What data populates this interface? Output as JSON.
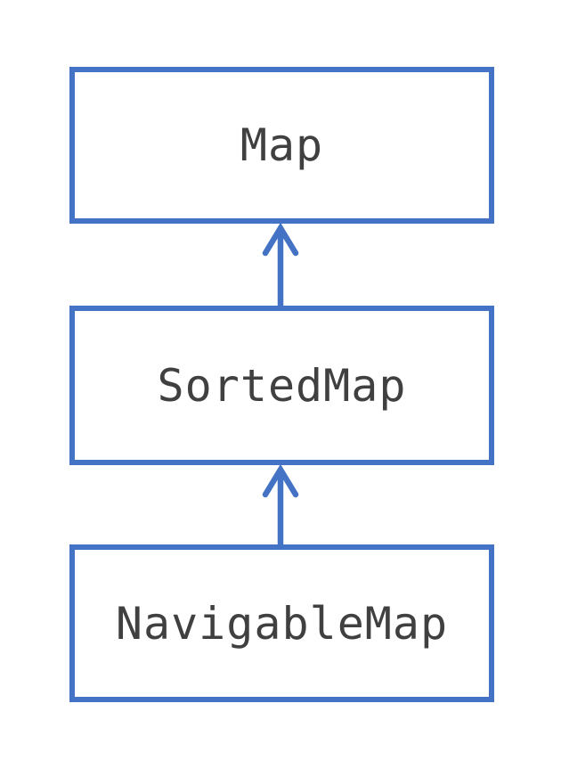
{
  "diagram": {
    "type": "hierarchy",
    "nodes": [
      {
        "id": "map",
        "label": "Map"
      },
      {
        "id": "sortedmap",
        "label": "SortedMap"
      },
      {
        "id": "navigablemap",
        "label": "NavigableMap"
      }
    ],
    "edges": [
      {
        "from": "sortedmap",
        "to": "map",
        "style": "solid-line-open-arrowhead-up"
      },
      {
        "from": "navigablemap",
        "to": "sortedmap",
        "style": "solid-line-open-arrowhead-up"
      }
    ]
  },
  "colors": {
    "box_border": "#4472C4",
    "arrow": "#4472C4",
    "label_text": "#404040",
    "background": "#FFFFFF"
  }
}
